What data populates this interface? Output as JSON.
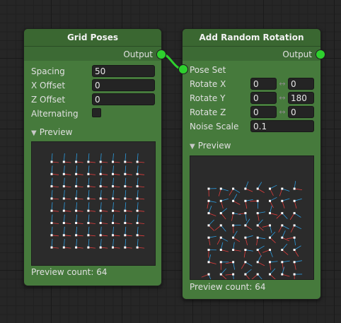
{
  "nodes": {
    "grid": {
      "title": "Grid Poses",
      "output_label": "Output",
      "fields": [
        {
          "label": "Spacing",
          "value": "50"
        },
        {
          "label": "X Offset",
          "value": "0"
        },
        {
          "label": "Z Offset",
          "value": "0"
        }
      ],
      "alternating_label": "Alternating",
      "alternating_checked": false,
      "preview_label": "Preview",
      "preview_count": "Preview count: 64"
    },
    "rotation": {
      "title": "Add Random Rotation",
      "output_label": "Output",
      "input_label": "Pose Set",
      "range_fields": [
        {
          "label": "Rotate X",
          "min": "0",
          "max": "0"
        },
        {
          "label": "Rotate Y",
          "min": "0",
          "max": "180"
        },
        {
          "label": "Rotate Z",
          "min": "0",
          "max": "0"
        }
      ],
      "noise_label": "Noise Scale",
      "noise_value": "0.1",
      "preview_label": "Preview",
      "preview_count": "Preview count: 64"
    }
  },
  "icons": {
    "link": "↔",
    "collapse": "▼"
  },
  "colors": {
    "node_bg": "#467a3c",
    "port": "#2ed12e",
    "connection": "#2ed12e",
    "axis_x": "#e03c3c",
    "axis_z": "#2c9ce0",
    "point": "#ffffff"
  }
}
